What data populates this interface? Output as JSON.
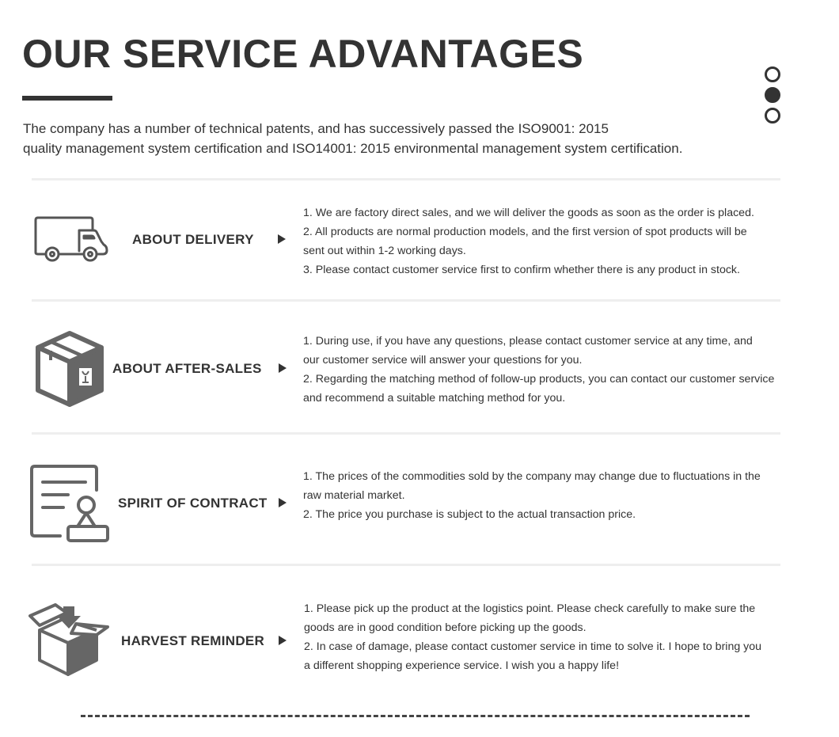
{
  "header": {
    "title": "OUR SERVICE ADVANTAGES",
    "intro_line1": "The company has a number of technical patents, and has successively passed the ISO9001: 2015",
    "intro_line2": "quality management system certification and ISO14001: 2015 environmental management system certification."
  },
  "pager": {
    "dots": 3,
    "active_index": 1
  },
  "colors": {
    "text": "#333333",
    "divider": "#eeeeee",
    "icon_gray": "#666666"
  },
  "sections": [
    {
      "icon": "delivery-truck-icon",
      "label": "ABOUT DELIVERY",
      "lines": [
        "1. We are factory direct sales, and we will deliver the goods as soon as the order is placed.",
        "2. All products are normal production models, and the first version of spot products will be",
        "sent out within 1-2 working days.",
        "3. Please contact customer service first to confirm whether there is any product in stock."
      ]
    },
    {
      "icon": "package-box-icon",
      "label": "ABOUT AFTER-SALES",
      "lines": [
        "1. During use, if you have any questions, please contact customer service at any time, and",
        "our customer service will answer your questions for you.",
        "2. Regarding the matching method of follow-up products, you can contact our customer service",
        "and recommend a suitable matching method for you."
      ]
    },
    {
      "icon": "contract-stamp-icon",
      "label": "SPIRIT OF CONTRACT",
      "lines": [
        "1. The prices of the commodities sold by the company may change due to fluctuations in the",
        "raw material market.",
        "2. The price you purchase is subject to the actual transaction price."
      ]
    },
    {
      "icon": "open-box-arrow-icon",
      "label": "HARVEST REMINDER",
      "lines": [
        "1. Please pick up the product at the logistics point. Please check carefully to make sure the",
        "goods are in good condition before picking up the goods.",
        "2. In case of damage, please contact customer service in time to solve it. I hope to bring you",
        "a different shopping experience service. I wish you a happy life!"
      ]
    }
  ]
}
